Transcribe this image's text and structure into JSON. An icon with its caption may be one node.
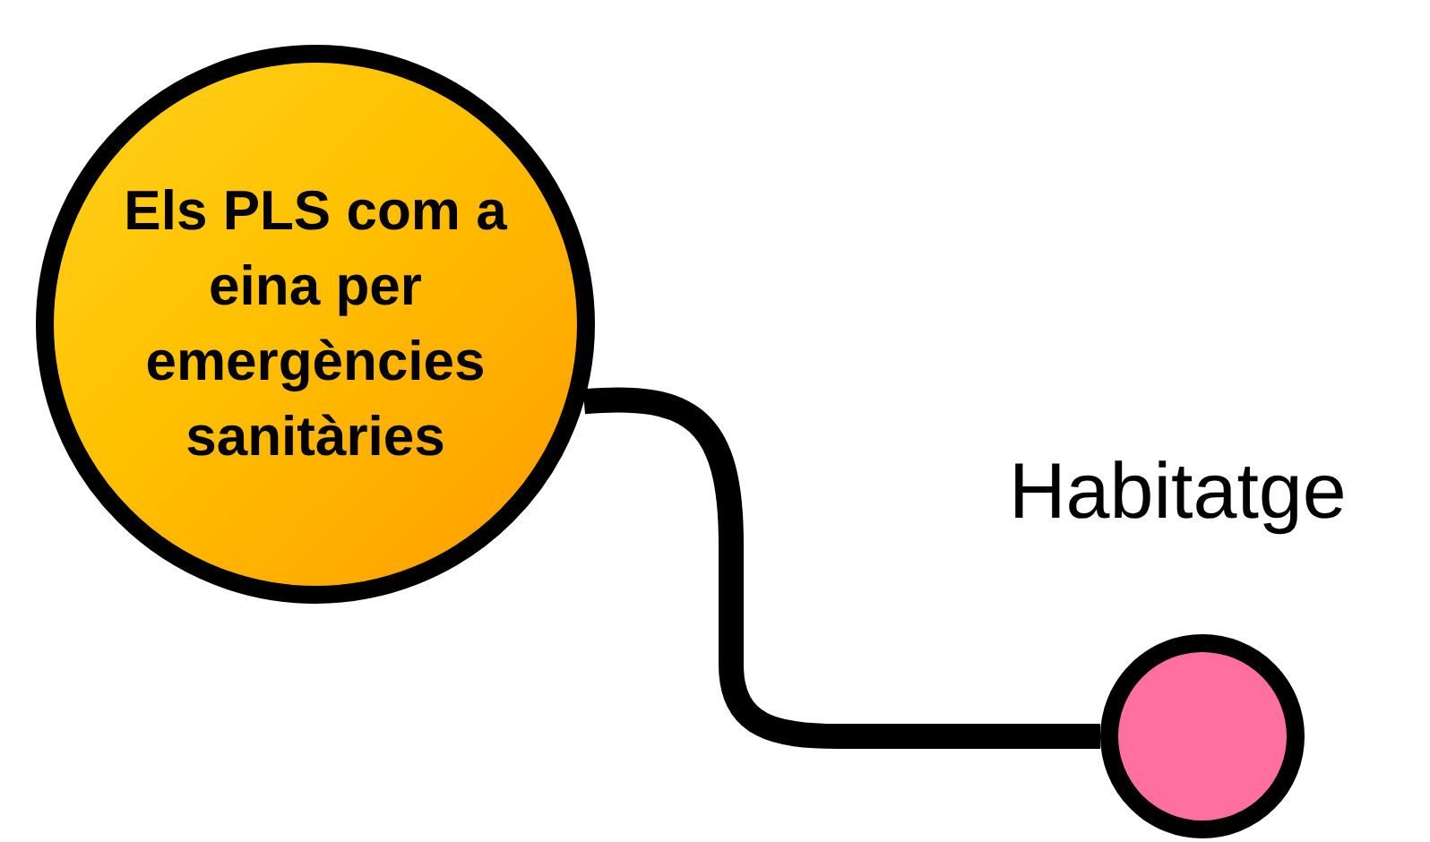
{
  "diagram": {
    "nodes": [
      {
        "text": [
          "Els PLS com a eina per emergències sanitàries"
        ]
      },
      {
        "text": [],
        "shape": "circle",
        "beside": [
          "Habitatge"
        ]
      }
    ],
    "edges": [
      {
        "from": 0,
        "to": 1,
        "arrow": "none"
      }
    ]
  }
}
